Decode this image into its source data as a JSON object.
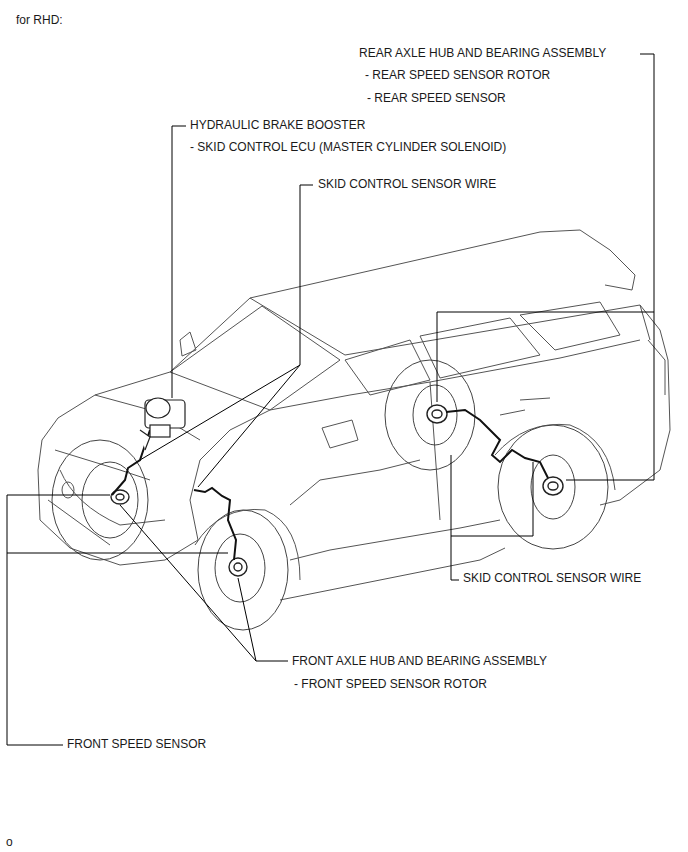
{
  "diagram": {
    "title": "for RHD:",
    "labels": [
      "REAR AXLE HUB AND BEARING ASSEMBLY",
      "- REAR SPEED SENSOR ROTOR",
      "- REAR SPEED SENSOR",
      "HYDRAULIC BRAKE BOOSTER",
      "- SKID CONTROL ECU (MASTER CYLINDER SOLENOID)",
      "SKID CONTROL SENSOR WIRE",
      "SKID CONTROL SENSOR WIRE",
      "FRONT AXLE HUB AND BEARING ASSEMBLY",
      "- FRONT SPEED SENSOR ROTOR",
      "FRONT SPEED SENSOR",
      "o"
    ]
  }
}
